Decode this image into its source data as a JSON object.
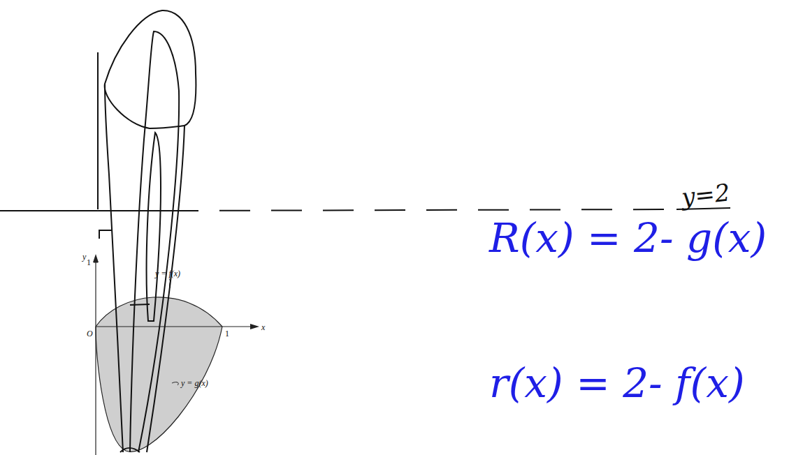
{
  "diagram": {
    "labels": [
      "y=2",
      "R(x) = 2- g(x)",
      "r(x) = 2- f(x)",
      "y",
      "1",
      "O",
      "1",
      "x",
      "y = f(x)",
      "y = g(x)"
    ]
  }
}
